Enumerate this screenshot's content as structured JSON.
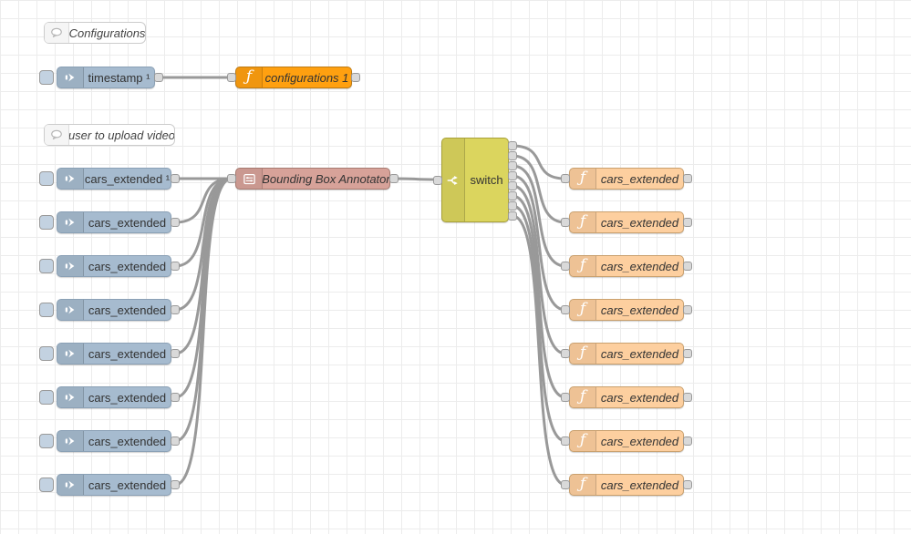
{
  "flow": {
    "comments": [
      {
        "label": "Configurations"
      },
      {
        "label": "user to upload video"
      }
    ],
    "timestamp_inject": {
      "label": "timestamp ¹"
    },
    "configurations_function": {
      "label": "configurations 1"
    },
    "upload_injects": [
      {
        "label": "cars_extended ¹"
      },
      {
        "label": "cars_extended"
      },
      {
        "label": "cars_extended"
      },
      {
        "label": "cars_extended"
      },
      {
        "label": "cars_extended"
      },
      {
        "label": "cars_extended"
      },
      {
        "label": "cars_extended"
      },
      {
        "label": "cars_extended"
      }
    ],
    "annotator": {
      "label": "Bounding Box Annotator"
    },
    "switch": {
      "label": "switch",
      "outputs": 8
    },
    "output_functions": [
      {
        "label": "cars_extended"
      },
      {
        "label": "cars_extended"
      },
      {
        "label": "cars_extended"
      },
      {
        "label": "cars_extended"
      },
      {
        "label": "cars_extended"
      },
      {
        "label": "cars_extended"
      },
      {
        "label": "cars_extended"
      },
      {
        "label": "cars_extended"
      }
    ]
  },
  "icons": {
    "comment": "speech-bubble-icon",
    "inject": "inject-arrow-icon",
    "function": "function-f-icon",
    "annotator": "annotator-form-icon",
    "switch": "switch-fork-icon"
  },
  "colors": {
    "canvas_bg": "#ffffff",
    "grid_line": "#ececec",
    "label_text": "#333333",
    "wire": "#999999",
    "port_fill": "#d9d9d9",
    "port_border": "#999999",
    "inject_body": "#a6bbcf",
    "inject_border": "#8aa0b5",
    "inject_button": "#c3d2e1",
    "function_body": "#fdcf9f",
    "function_border": "#c9a06e",
    "orange_body": "#ffa010",
    "orange_border": "#bd7a14",
    "annotator_body": "#d7a299",
    "annotator_border": "#a67a70",
    "switch_body": "#dbd55e",
    "switch_border": "#a8a139",
    "comment_body": "#ffffff",
    "comment_border": "#cccccc"
  }
}
